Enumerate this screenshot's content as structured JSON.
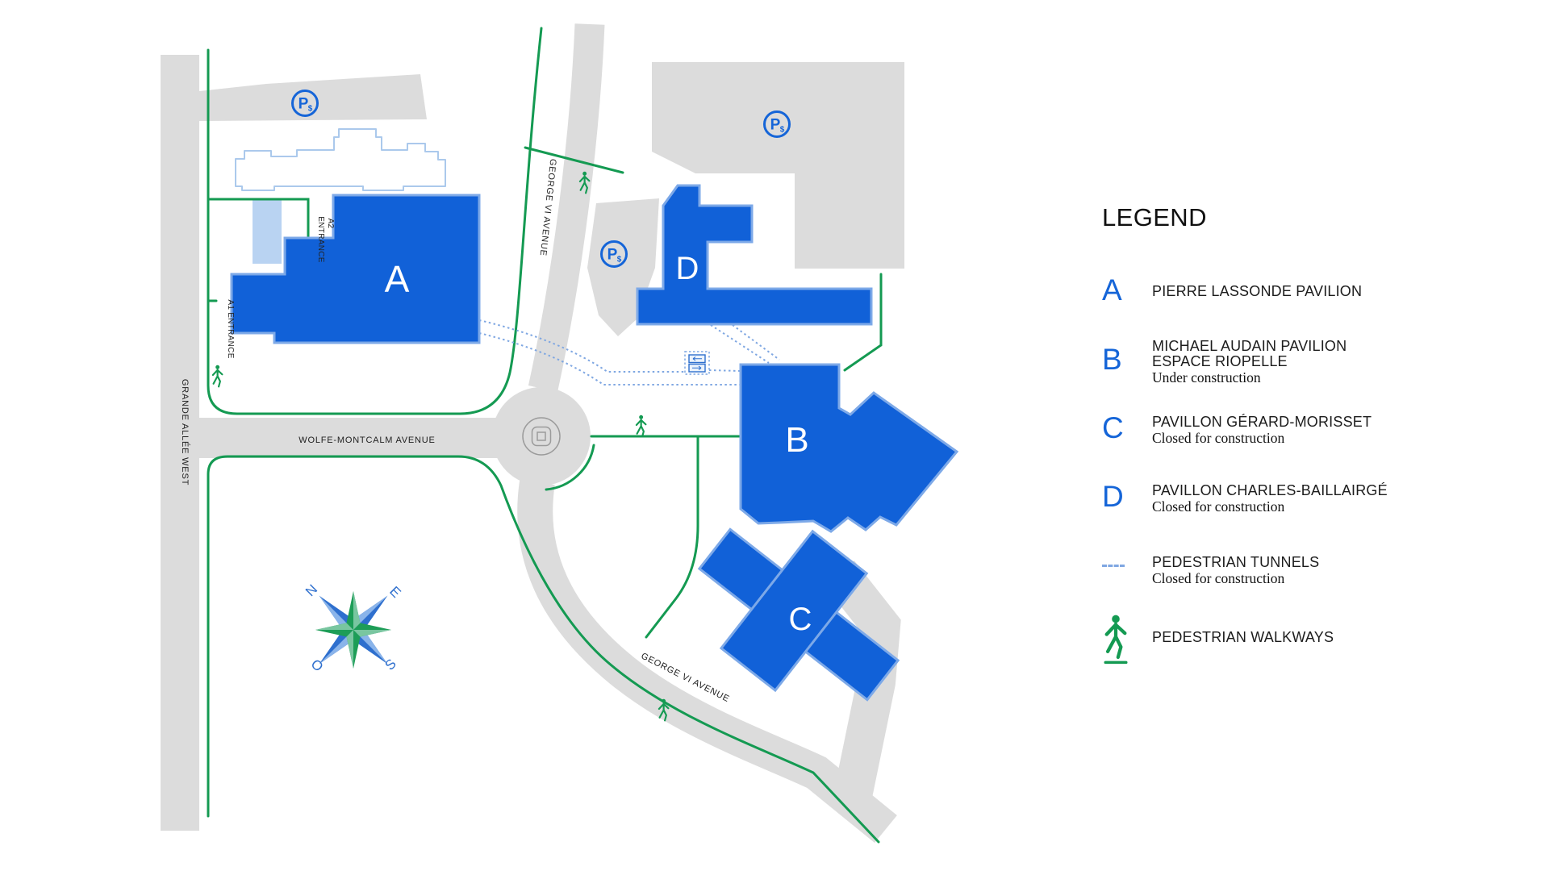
{
  "map": {
    "streets": {
      "grande_allee": "GRANDE ALLÉE WEST",
      "wolfe_montcalm": "WOLFE-MONTCALM AVENUE",
      "george_vi_north": "GEORGE VI AVENUE",
      "george_vi_south": "GEORGE VI AVENUE"
    },
    "buildings": {
      "a": "A",
      "b": "B",
      "c": "C",
      "d": "D"
    },
    "entrances": {
      "a1": "A1 ENTRANCE",
      "a2_line1": "A2",
      "a2_line2": "ENTRANCE"
    },
    "parking": {
      "p": "P",
      "currency": "$"
    },
    "compass": {
      "n": "N",
      "e": "E",
      "s": "S",
      "o": "O"
    }
  },
  "legend": {
    "title": "LEGEND",
    "items": [
      {
        "key": "A",
        "lines": [
          "PIERRE LASSONDE PAVILION"
        ],
        "note": ""
      },
      {
        "key": "B",
        "lines": [
          "MICHAEL AUDAIN PAVILION",
          "ESPACE RIOPELLE"
        ],
        "note": "Under construction"
      },
      {
        "key": "C",
        "lines": [
          "PAVILLON GÉRARD-MORISSET"
        ],
        "note": "Closed for construction"
      },
      {
        "key": "D",
        "lines": [
          "PAVILLON CHARLES-BAILLAIRGÉ"
        ],
        "note": "Closed for construction"
      },
      {
        "key": "",
        "lines": [
          "PEDESTRIAN TUNNELS"
        ],
        "note": "Closed for construction"
      },
      {
        "key": "",
        "lines": [
          "PEDESTRIAN WALKWAYS"
        ],
        "note": ""
      }
    ]
  },
  "colors": {
    "building_blue": "#1161d8",
    "building_stroke": "#7da9e8",
    "walkway_green": "#149a52",
    "tunnel_blue": "#7fa7e2",
    "road_gray": "#dcdcdc",
    "legend_blue": "#1565d8"
  }
}
